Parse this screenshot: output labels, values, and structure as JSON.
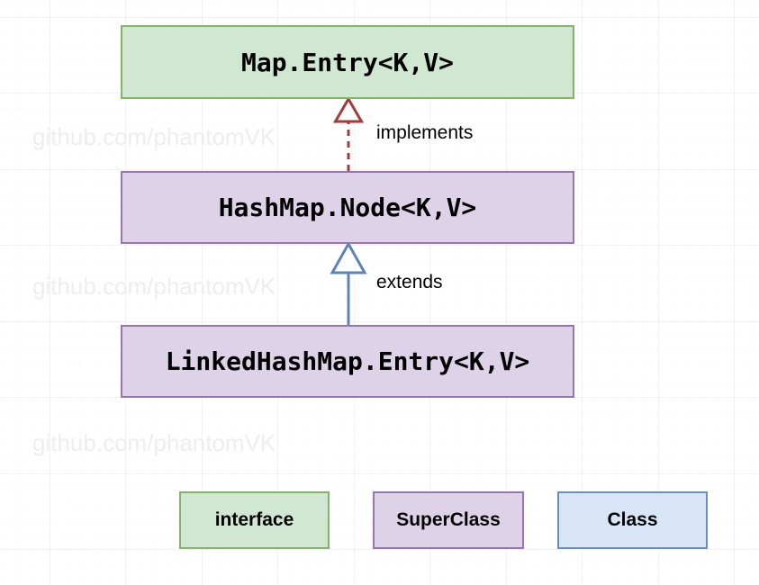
{
  "diagram": {
    "title_watermarks": [
      "github.com/phantomVK",
      "github.com/phantomVK",
      "github.com/phantomVK"
    ],
    "nodes": [
      {
        "id": "map-entry",
        "label": "Map.Entry<K,V>",
        "kind": "interface",
        "fill": "#d0e7d2",
        "stroke": "#82b366"
      },
      {
        "id": "hashmap-node",
        "label": "HashMap.Node<K,V>",
        "kind": "superclass",
        "fill": "#ded2e8",
        "stroke": "#9a74ae"
      },
      {
        "id": "linkedhashmap-entry",
        "label": "LinkedHashMap.Entry<K,V>",
        "kind": "superclass",
        "fill": "#ded2e8",
        "stroke": "#9a74ae"
      }
    ],
    "edges": [
      {
        "id": "implements-edge",
        "label": "implements",
        "from": "hashmap-node",
        "to": "map-entry",
        "style": "dashed",
        "arrow": "hollow-triangle",
        "color": "#a33b3b"
      },
      {
        "id": "extends-edge",
        "label": "extends",
        "from": "linkedhashmap-entry",
        "to": "hashmap-node",
        "style": "solid",
        "arrow": "hollow-triangle",
        "color": "#5b84b8"
      }
    ],
    "legend": [
      {
        "id": "legend-interface",
        "label": "interface",
        "fill": "#d0e7d2",
        "stroke": "#82b366"
      },
      {
        "id": "legend-superclass",
        "label": "SuperClass",
        "fill": "#ded2e8",
        "stroke": "#9a74ae"
      },
      {
        "id": "legend-class",
        "label": "Class",
        "fill": "#d8e5f7",
        "stroke": "#6c8ebf"
      }
    ]
  }
}
